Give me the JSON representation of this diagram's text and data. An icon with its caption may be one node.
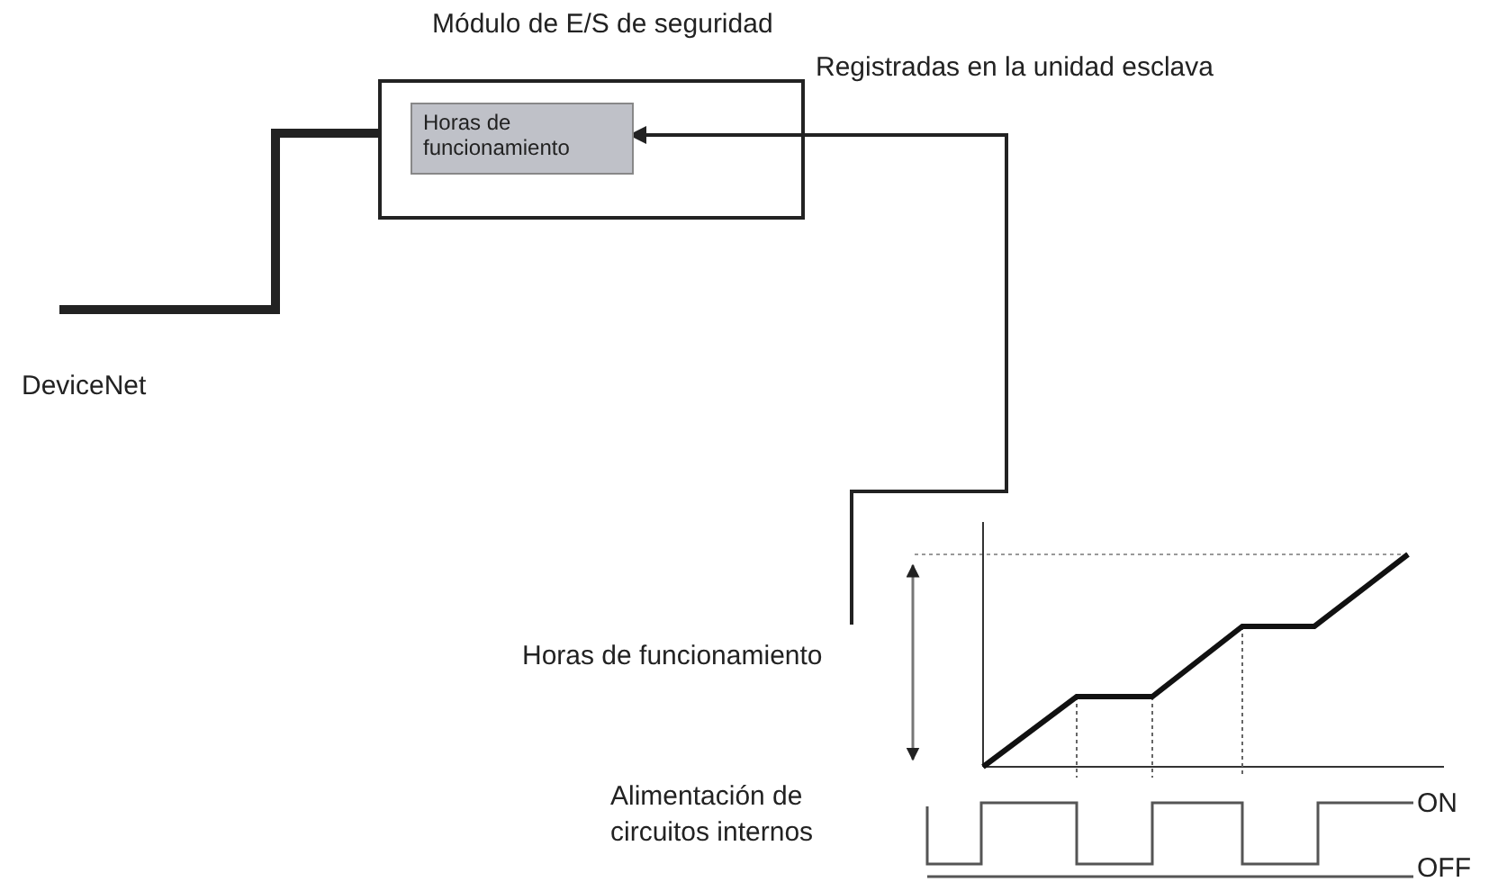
{
  "diagram": {
    "nodes": [
      {
        "text": [
          "Módulo de E/S de seguridad"
        ]
      },
      {
        "text": [
          "Horas de funcionamiento"
        ],
        "in": 0
      }
    ],
    "edges": [
      {
        "from": null,
        "to": 0,
        "arrow": "none",
        "style": "thick"
      },
      {
        "from": null,
        "to": 1,
        "arrow": "to"
      }
    ],
    "labels": [
      "Registradas en la unidad esclava",
      "DeviceNet",
      "Horas de funcionamiento",
      "Alimentación de circuitos internos",
      "ON",
      "OFF"
    ]
  }
}
